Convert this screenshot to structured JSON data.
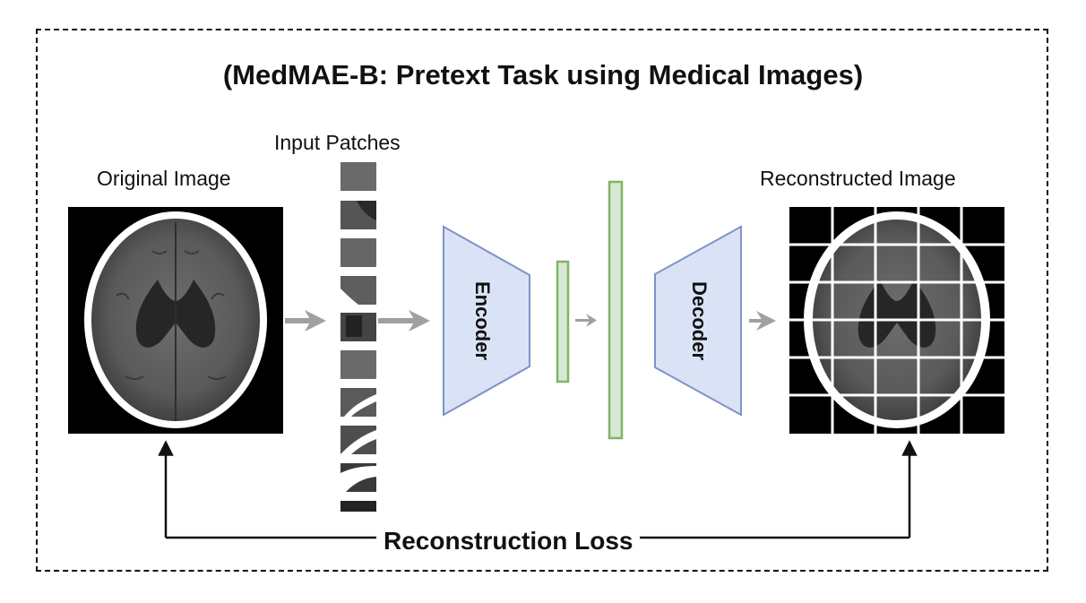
{
  "title": "(MedMAE-B: Pretext Task using Medical Images)",
  "labels": {
    "original": "Original Image",
    "patches": "Input Patches",
    "reconstructed": "Reconstructed Image",
    "loss": "Reconstruction Loss"
  },
  "blocks": {
    "encoder": "Encoder",
    "decoder": "Decoder"
  },
  "colors": {
    "block_fill": "#dae3f5",
    "block_stroke": "#7f93c6",
    "latent_fill": "#d5e8d4",
    "latent_stroke": "#82b366",
    "arrow_gray": "#a0a0a0"
  }
}
